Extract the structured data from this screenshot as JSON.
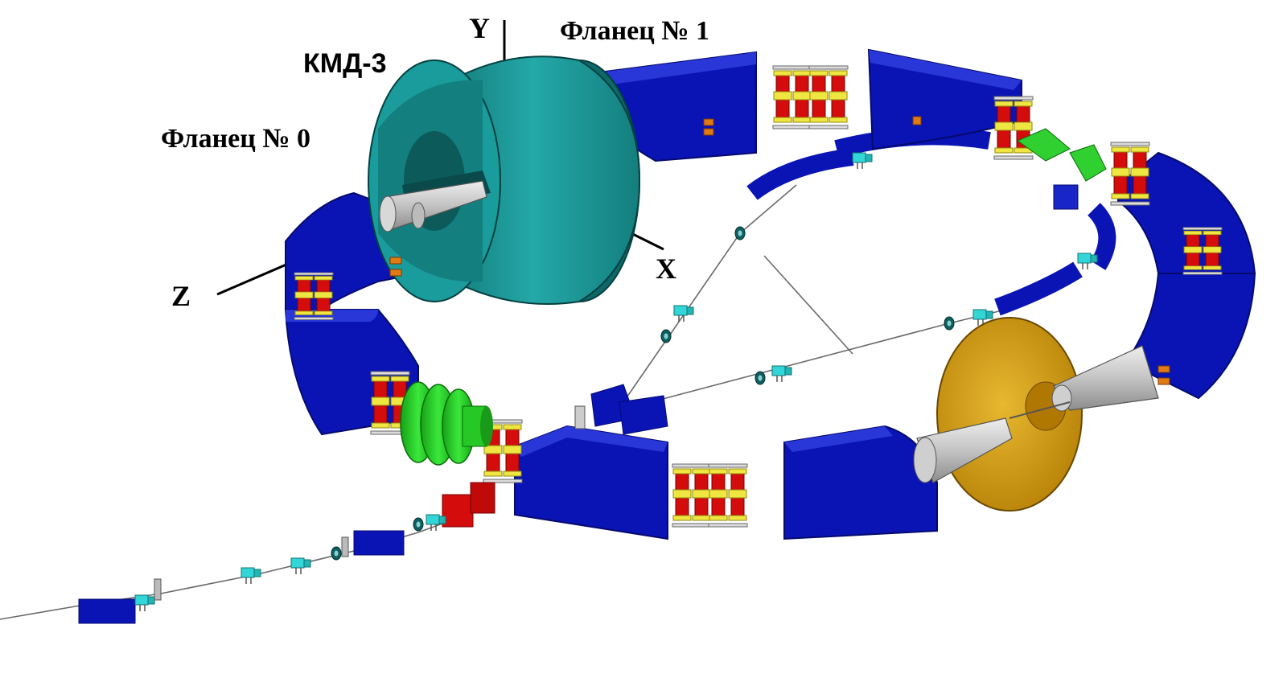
{
  "labels": {
    "axis_y": "Y",
    "axis_x": "X",
    "axis_z": "Z",
    "detector": "КМД-3",
    "flange0": "Фланец № 0",
    "flange1": "Фланец № 1"
  },
  "colors": {
    "magnet_blue": "#0a14b4",
    "magnet_blue_light": "#2a37d8",
    "magnet_blue_dark": "#050a6e",
    "coil_red": "#d40c0c",
    "coil_yellow": "#f0e642",
    "detector_teal": "#1a9c9c",
    "detector_teal_dark": "#0e6868",
    "detector_gold": "#d8a012",
    "rf_green": "#22d022",
    "pipe_gray": "#c8c8c8",
    "element_cyan": "#33d6d6"
  }
}
